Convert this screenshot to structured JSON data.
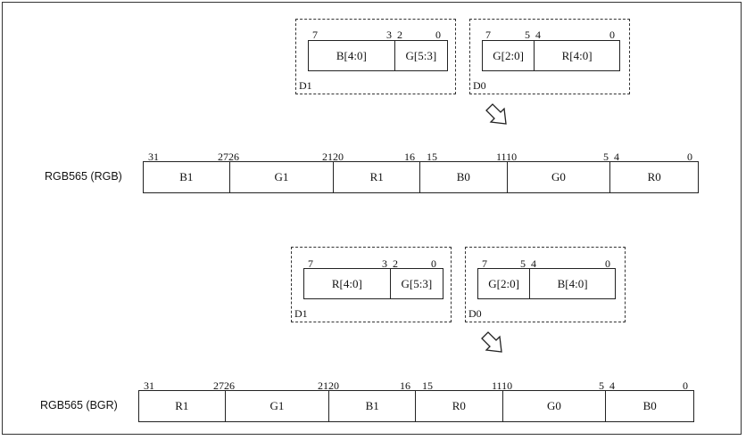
{
  "top": {
    "d1": {
      "label": "D1",
      "cells": [
        "B[4:0]",
        "G[5:3]"
      ],
      "bits": [
        "7",
        "3",
        "2",
        "0"
      ]
    },
    "d0": {
      "label": "D0",
      "cells": [
        "G[2:0]",
        "R[4:0]"
      ],
      "bits": [
        "7",
        "5",
        "4",
        "0"
      ]
    },
    "row": {
      "label": "RGB565 (RGB)",
      "cells": [
        "B1",
        "G1",
        "R1",
        "B0",
        "G0",
        "R0"
      ],
      "bits": [
        "31",
        "2726",
        "2120",
        "16",
        "15",
        "1110",
        "5",
        "4",
        "0"
      ]
    }
  },
  "bottom": {
    "d1": {
      "label": "D1",
      "cells": [
        "R[4:0]",
        "G[5:3]"
      ],
      "bits": [
        "7",
        "3",
        "2",
        "0"
      ]
    },
    "d0": {
      "label": "D0",
      "cells": [
        "G[2:0]",
        "B[4:0]"
      ],
      "bits": [
        "7",
        "5",
        "4",
        "0"
      ]
    },
    "row": {
      "label": "RGB565 (BGR)",
      "cells": [
        "R1",
        "G1",
        "B1",
        "R0",
        "G0",
        "B0"
      ],
      "bits": [
        "31",
        "2726",
        "2120",
        "16",
        "15",
        "1110",
        "5",
        "4",
        "0"
      ]
    }
  },
  "icons": [
    "down-right-arrow-icon",
    "down-right-arrow-icon"
  ]
}
